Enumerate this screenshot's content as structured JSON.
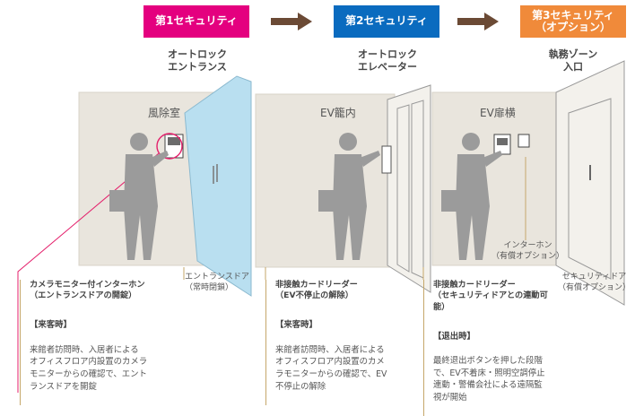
{
  "colors": {
    "stage1": "#e4007f",
    "stage2": "#0a6bbf",
    "stage3": "#f08a3a",
    "arrow": "#6b4a35",
    "wall": "#e9e5dd",
    "accent_line": "#e41f6b",
    "connector": "#c5a76a"
  },
  "stages": [
    {
      "label": "第1セキュリティ"
    },
    {
      "label": "第2セキュリティ"
    },
    {
      "label": "第3セキュリティ\n（オプション）"
    }
  ],
  "subtitles": [
    {
      "text": "オートロック\nエントランス"
    },
    {
      "text": "オートロック\nエレベーター"
    },
    {
      "text": "執務ゾーン\n入口"
    }
  ],
  "rooms": {
    "room1": "風除室",
    "room2": "EV籠内",
    "room3": "EV扉横"
  },
  "notes": {
    "entrance_door": "エントランスドア\n（常時閉鎖）",
    "intercom": "インターホン\n（有償オプション）",
    "security_door": "セキュリティドア\n（有償オプション）"
  },
  "callouts": [
    {
      "head": "カメラモニター付インターホン\n（エントランスドアの開錠）",
      "body_head": "【来客時】",
      "body": "来館者訪問時、入居者による\nオフィスフロア内設置のカメラ\nモニターからの確認で、エント\nランスドアを開錠"
    },
    {
      "head": "非接触カードリーダー\n（EV不停止の解除）",
      "body_head": "【来客時】",
      "body": "来館者訪問時、入居者による\nオフィスフロア内設置のカメ\nラモニターからの確認で、EV\n不停止の解除"
    },
    {
      "head": "非接触カードリーダー\n（セキュリティドアとの連動可能）",
      "body_head": "【退出時】",
      "body": "最終退出ボタンを押した段階\nで、EV不着床・照明空調停止\n連動・警備会社による遠隔監\n視が開始"
    }
  ]
}
